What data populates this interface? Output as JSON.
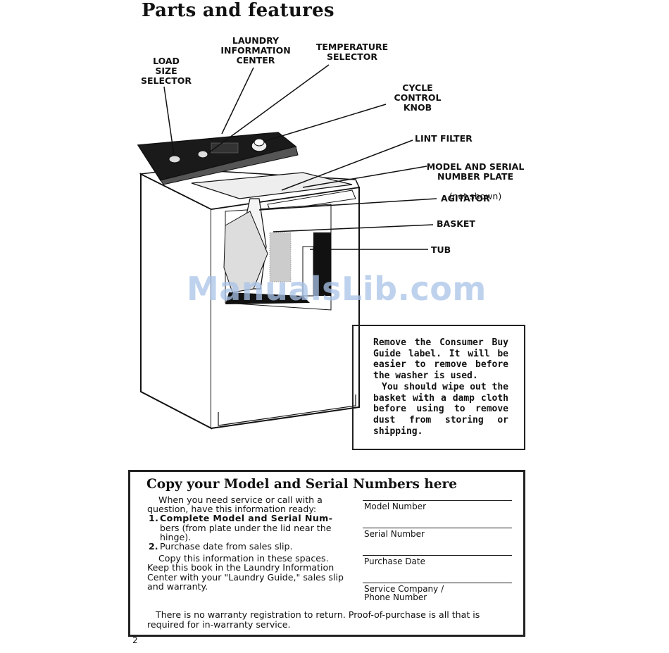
{
  "page": {
    "title": "Parts and features",
    "page_number": "2",
    "watermark": "ManualsLib.com"
  },
  "callouts": {
    "load_size": "LOAD\nSIZE\nSELECTOR",
    "laundry_info": "LAUNDRY\nINFORMATION\nCENTER",
    "temperature": "TEMPERATURE\nSELECTOR",
    "cycle_control": "CYCLE\nCONTROL\nKNOB",
    "lint_filter": "LINT FILTER",
    "model_serial": "MODEL AND SERIAL\nNUMBER PLATE",
    "model_serial_note": "(not shown)",
    "agitator": "AGITATOR",
    "basket": "BASKET",
    "tub": "TUB"
  },
  "note": {
    "para1": "Remove the Consumer Buy Guide label. It will be easier to remove before the washer is used.",
    "para2": "You should wipe out the basket with a damp cloth before using to remove dust from storing or shipping."
  },
  "copy_section": {
    "title": "Copy your Model and Serial Numbers here",
    "intro": "When you need service or call with a question, have this information ready:",
    "item1_num": "1.",
    "item1_bold": "Complete Model and Serial Num-",
    "item1_rest": "bers (from plate under the lid near the hinge).",
    "item2_num": "2.",
    "item2": "Purchase date from sales slip.",
    "copy_para": "Copy this information in these spaces. Keep this book in the Laundry Information Center with your \"Laundry Guide,\" sales slip and warranty.",
    "footer": "There is no warranty registration to return. Proof-of-purchase is all that is required for in-warranty service.",
    "fields": {
      "model": "Model Number",
      "serial": "Serial Number",
      "purchase": "Purchase Date",
      "service": "Service Company /\nPhone Number"
    }
  }
}
